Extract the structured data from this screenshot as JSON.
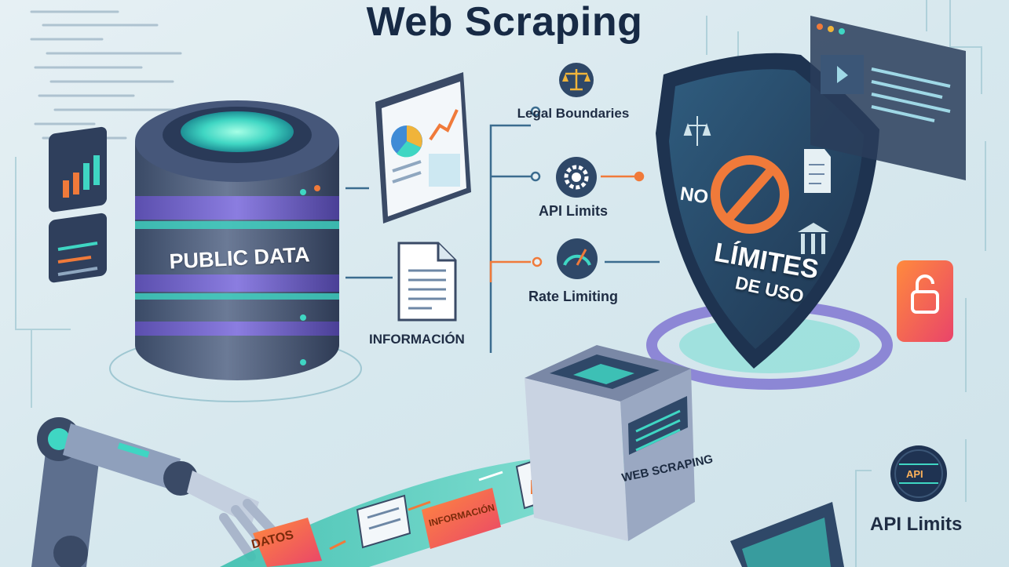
{
  "title": "Web Scraping",
  "cylinder": {
    "label": "PUBLIC DATA"
  },
  "document": {
    "label": "INFORMACIÓN"
  },
  "topics": [
    {
      "label": "Legal Boundaries",
      "icon": "scales-icon"
    },
    {
      "label": "API Limits",
      "icon": "gear-icon"
    },
    {
      "label": "Rate Limiting",
      "icon": "gauge-icon"
    }
  ],
  "shield": {
    "no": "NO",
    "limites": "LÍMITES",
    "de_uso": "DE USO"
  },
  "scraper_box": {
    "label": "WEB SCRAPING"
  },
  "cards": {
    "datos": "DATOS",
    "informacion": "INFORMACIÓN"
  },
  "api_badge": {
    "text": "API",
    "label": "API Limits"
  },
  "colors": {
    "navy": "#172a45",
    "teal": "#3fd6c3",
    "orange": "#f07a3a",
    "purple": "#7a6fd0",
    "background": "#dbe9ef"
  }
}
